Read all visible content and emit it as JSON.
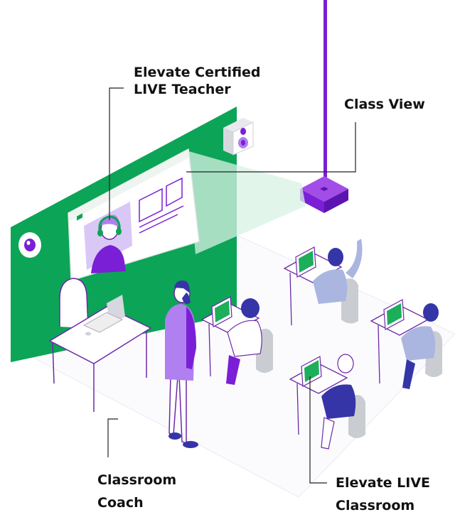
{
  "labels": {
    "teacher": {
      "line1": "Elevate Certified",
      "line2": "LIVE Teacher"
    },
    "class_view": {
      "line1": "Class View"
    },
    "coach": {
      "line1": "Classroom",
      "line2": "Coach"
    },
    "classroom": {
      "line1": "Elevate LIVE",
      "line2": "Classroom"
    }
  },
  "colors": {
    "green": "#0ca457",
    "purple": "#7a1fd6",
    "light_purple": "#b07ff0",
    "screen_green": "#1cae5b",
    "chair_gray": "#c9cdd1",
    "outline": "#6d28a8",
    "denim": "#3535a8",
    "light_blue": "#aab6e0"
  },
  "icons": [
    "speaker-icon",
    "camera-icon",
    "projector-icon"
  ]
}
